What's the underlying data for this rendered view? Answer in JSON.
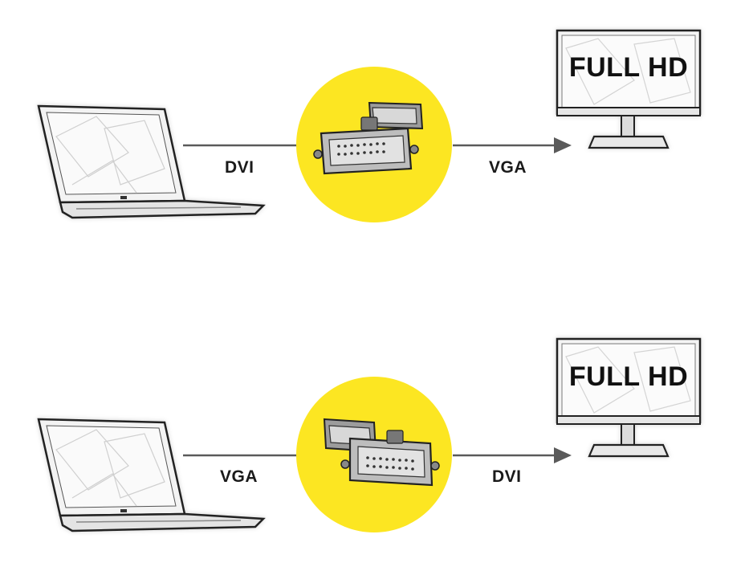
{
  "rows": [
    {
      "left_label": "DVI",
      "right_label": "VGA",
      "monitor_text": "FULL HD",
      "adapter_orientation": "dvi-front"
    },
    {
      "left_label": "VGA",
      "right_label": "DVI",
      "monitor_text": "FULL HD",
      "adapter_orientation": "vga-front"
    }
  ],
  "colors": {
    "accent": "#fce622",
    "line": "#5a5a5a",
    "outline": "#2a2a2a"
  },
  "icons": [
    "laptop-icon",
    "adapter-icon",
    "monitor-icon",
    "arrow-icon"
  ]
}
